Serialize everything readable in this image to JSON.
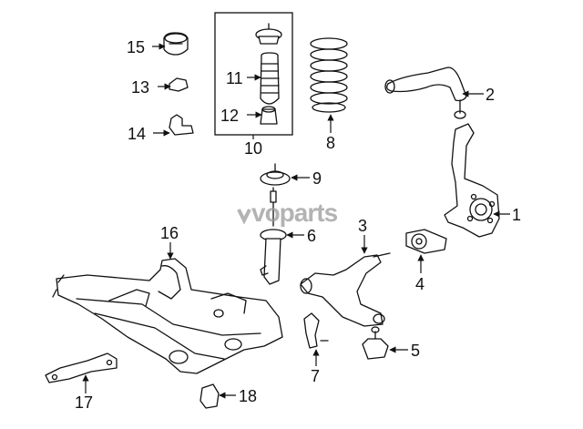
{
  "watermark": "voparts",
  "callouts": {
    "c1": "1",
    "c2": "2",
    "c3": "3",
    "c4": "4",
    "c5": "5",
    "c6": "6",
    "c7": "7",
    "c8": "8",
    "c9": "9",
    "c10": "10",
    "c11": "11",
    "c12": "12",
    "c13": "13",
    "c14": "14",
    "c15": "15",
    "c16": "16",
    "c17": "17",
    "c18": "18"
  }
}
